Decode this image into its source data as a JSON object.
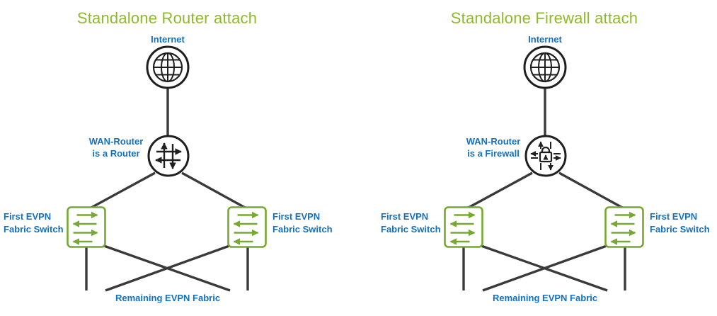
{
  "colors": {
    "title_green": "#8eb92b",
    "switch_green": "#76a832",
    "label_blue": "#1272bf",
    "link_line_dark": "#3a3a3a",
    "icon_stroke_black": "#1f1f1f"
  },
  "icons": {
    "internet": "globe-icon",
    "router": "router-arrows-icon",
    "firewall": "lock-shield-icon",
    "switch": "switch-arrows-icon"
  },
  "diagrams": [
    {
      "title": "Standalone Router attach",
      "internet": "Internet",
      "wan_line1": "WAN-Router",
      "wan_line2": "is a Router",
      "left_switch_line1": "First EVPN",
      "left_switch_line2": "Fabric Switch",
      "right_switch_line1": "First EVPN",
      "right_switch_line2": "Fabric Switch",
      "bottom": "Remaining EVPN Fabric"
    },
    {
      "title": "Standalone Firewall attach",
      "internet": "Internet",
      "wan_line1": "WAN-Router",
      "wan_line2": "is a Firewall",
      "left_switch_line1": "First EVPN",
      "left_switch_line2": "Fabric Switch",
      "right_switch_line1": "First EVPN",
      "right_switch_line2": "Fabric Switch",
      "bottom": "Remaining EVPN Fabric"
    }
  ]
}
